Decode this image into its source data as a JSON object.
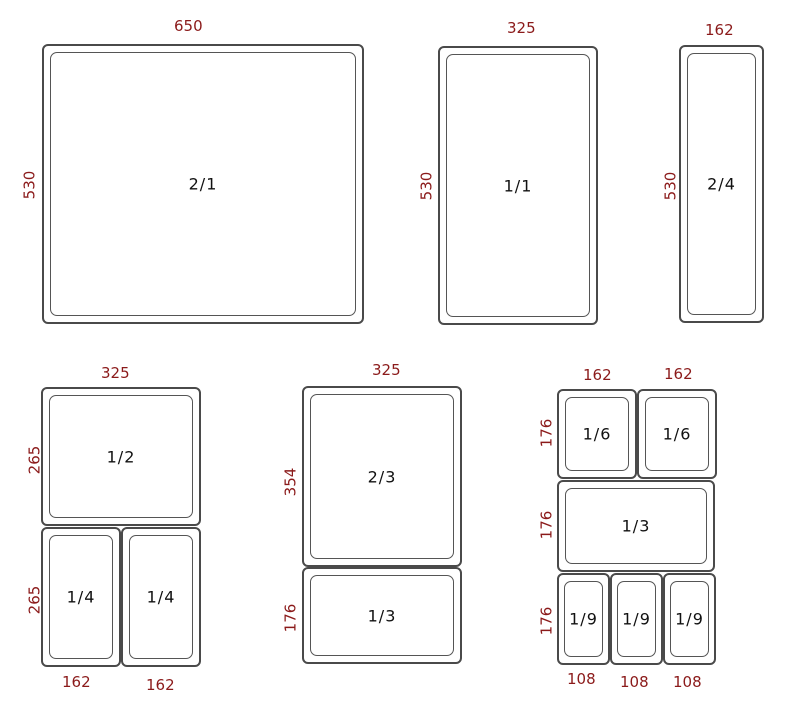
{
  "diagram": {
    "type": "gastronorm-pan-sizes",
    "colors": {
      "dimension_text": "#8b1a1a",
      "outline": "#4a4a4a",
      "label_text": "#111111"
    },
    "groups": [
      {
        "name": "2/1",
        "width_label": "650",
        "height_label": "530",
        "pans": [
          {
            "label": "2/1"
          }
        ]
      },
      {
        "name": "1/1",
        "width_label": "325",
        "height_label": "530",
        "pans": [
          {
            "label": "1/1"
          }
        ]
      },
      {
        "name": "2/4",
        "width_label": "162",
        "height_label": "530",
        "pans": [
          {
            "label": "2/4"
          }
        ]
      },
      {
        "name": "halves-quarters",
        "top_label": "325",
        "side_labels": [
          "265",
          "265"
        ],
        "bottom_labels": [
          "162",
          "162"
        ],
        "pans": [
          {
            "label": "1/2"
          },
          {
            "label": "1/4"
          },
          {
            "label": "1/4"
          }
        ]
      },
      {
        "name": "thirds",
        "top_label": "325",
        "side_labels": [
          "354",
          "176"
        ],
        "pans": [
          {
            "label": "2/3"
          },
          {
            "label": "1/3"
          }
        ]
      },
      {
        "name": "sixths-ninths",
        "top_labels": [
          "162",
          "162"
        ],
        "side_labels": [
          "176",
          "176",
          "176"
        ],
        "bottom_labels": [
          "108",
          "108",
          "108"
        ],
        "pans": [
          {
            "label": "1/6"
          },
          {
            "label": "1/6"
          },
          {
            "label": "1/3"
          },
          {
            "label": "1/9"
          },
          {
            "label": "1/9"
          },
          {
            "label": "1/9"
          }
        ]
      }
    ]
  }
}
